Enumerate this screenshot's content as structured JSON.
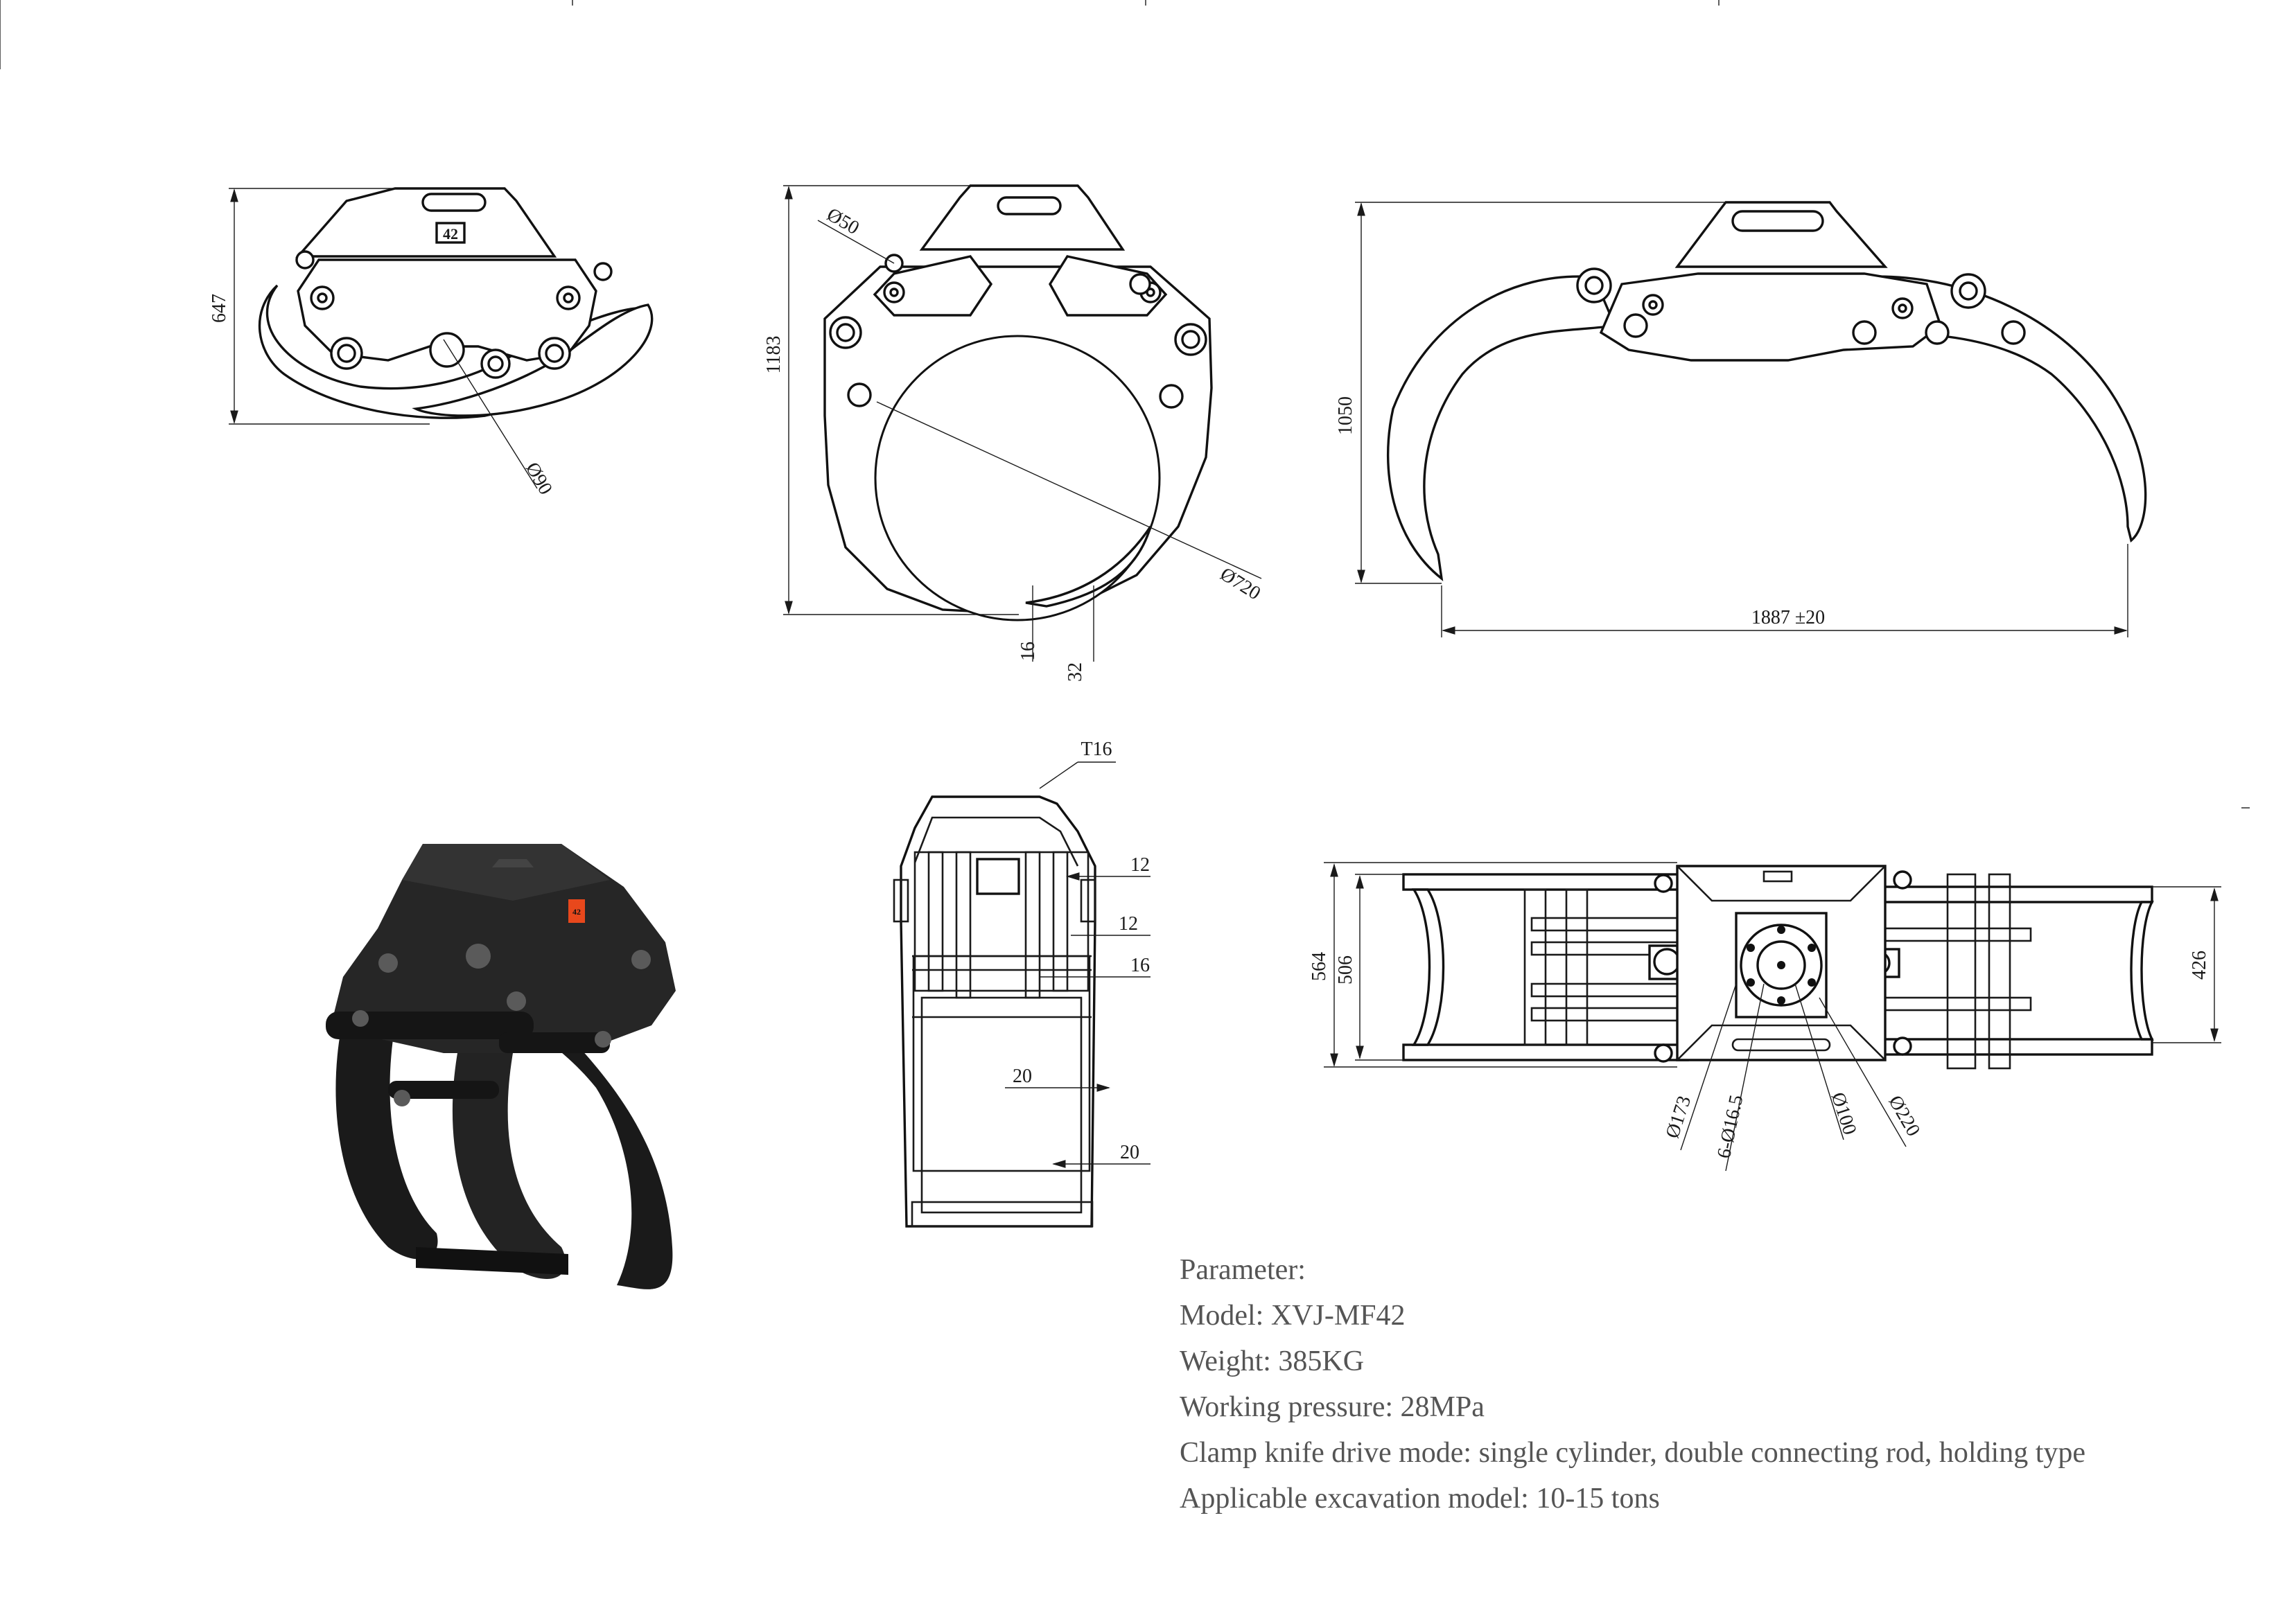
{
  "views": {
    "front": {
      "height": "647",
      "pin_dia": "Ø90"
    },
    "side": {
      "height": "1183",
      "top_pin_dia": "Ø50",
      "open_dia": "Ø720",
      "tip_gap_1": "16",
      "tip_gap_2": "32"
    },
    "open": {
      "height": "1050",
      "width": "1887 ±20"
    },
    "section": {
      "plate": "T16",
      "d1": "12",
      "d2": "12",
      "d3": "16",
      "d4": "20",
      "d5": "20"
    },
    "top": {
      "width_total": "564",
      "width_inner": "506",
      "width_right": "426",
      "pcd_outer": "Ø173",
      "bolts": "6-Ø16.5",
      "bore": "Ø100",
      "flange": "Ø220"
    }
  },
  "badge_text": "42",
  "params": {
    "heading": "Parameter:",
    "model": "Model: XVJ-MF42",
    "weight": "Weight: 385KG",
    "pressure": "Working pressure: 28MPa",
    "drive": "Clamp knife drive mode: single cylinder, double connecting rod, holding type",
    "excavator": "Applicable excavation model: 10-15 tons"
  },
  "colors": {
    "line": "#1a1a1a",
    "render_body": "#1e1e1e",
    "badge": "#e8481c",
    "text": "#555555"
  }
}
